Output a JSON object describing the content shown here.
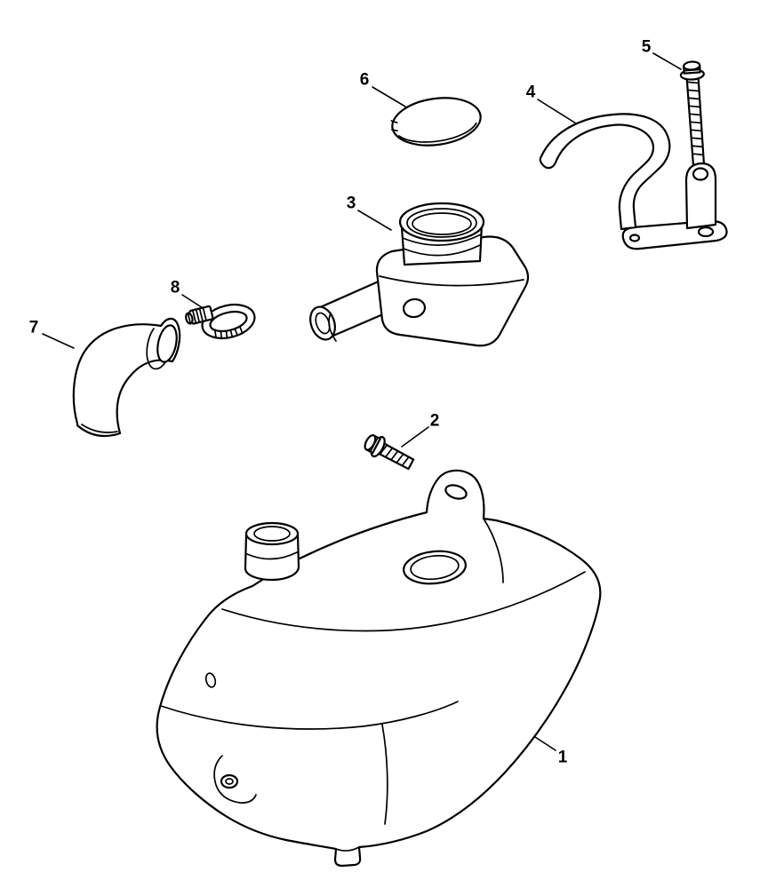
{
  "diagram": {
    "background_color": "#ffffff",
    "line_color": "#000000",
    "callouts": [
      {
        "label": "1"
      },
      {
        "label": "2"
      },
      {
        "label": "3"
      },
      {
        "label": "4"
      },
      {
        "label": "5"
      },
      {
        "label": "6"
      },
      {
        "label": "7"
      },
      {
        "label": "8"
      }
    ]
  }
}
